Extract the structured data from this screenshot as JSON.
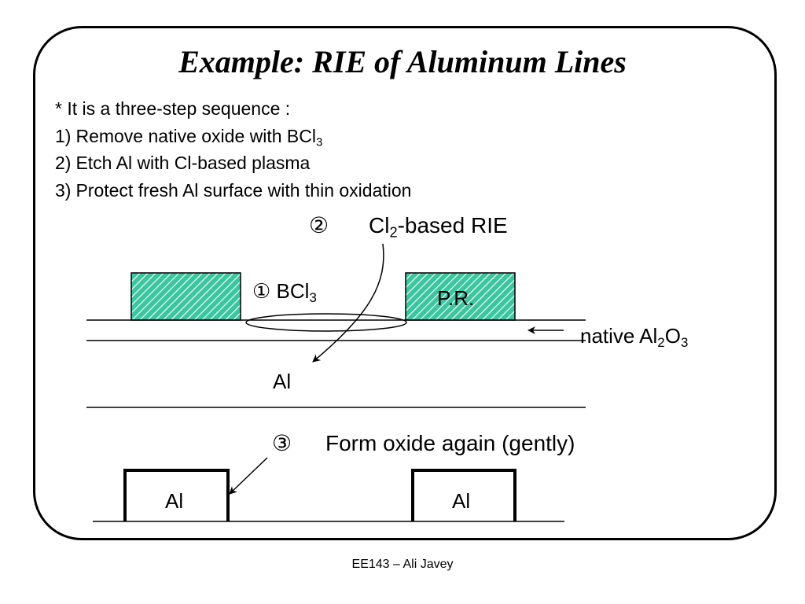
{
  "title": "Example: RIE of Aluminum Lines",
  "bullets": [
    {
      "text": "* It is a three-step sequence :"
    },
    {
      "num": "1)",
      "text": "Remove native oxide with BCl",
      "sub": "3"
    },
    {
      "num": "2)",
      "text": "Etch Al with Cl-based plasma"
    },
    {
      "num": "3)",
      "text": "Protect fresh Al surface with thin oxidation"
    }
  ],
  "steps": {
    "step1": {
      "marker": "①",
      "label": "BCl",
      "sub": "3"
    },
    "step2": {
      "marker": "②",
      "label_pre": "Cl",
      "sub": "2",
      "label_post": "-based RIE"
    },
    "step3": {
      "marker": "③",
      "label": "Form oxide again (gently)"
    }
  },
  "labels": {
    "pr": "P.R.",
    "native_pre": "native Al",
    "native_sub1": "2",
    "native_mid": "O",
    "native_sub2": "3",
    "al_top": "Al",
    "al_left": "Al",
    "al_right": "Al"
  },
  "colors": {
    "pr_fill": "#3cc6a0",
    "pr_hatch": "#ffffff",
    "line": "#000000"
  },
  "footer": "EE143 – Ali Javey"
}
